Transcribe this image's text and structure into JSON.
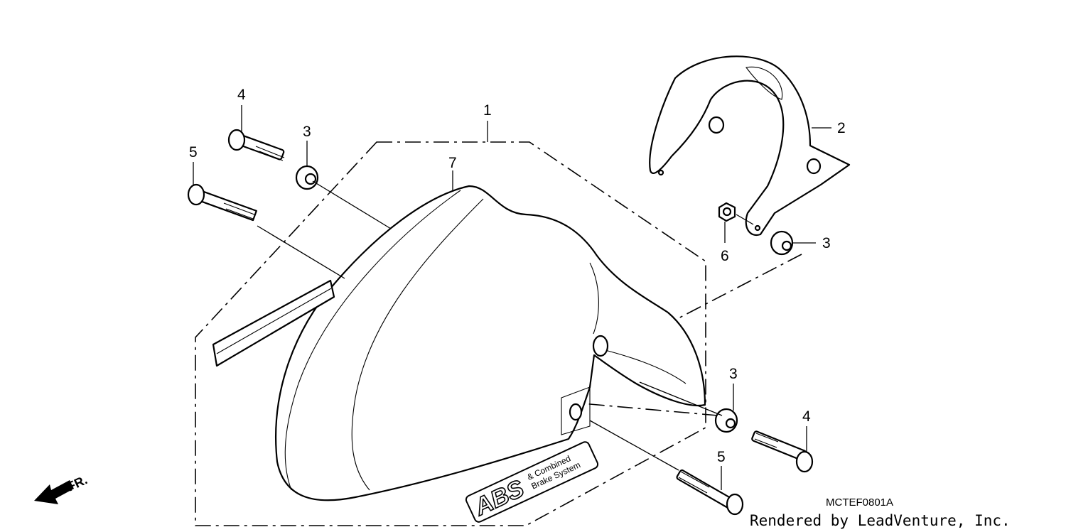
{
  "diagram": {
    "callouts": {
      "c1": "1",
      "c2": "2",
      "c3a": "3",
      "c3b": "3",
      "c3c": "3",
      "c4a": "4",
      "c4b": "4",
      "c5a": "5",
      "c5b": "5",
      "c6": "6",
      "c7": "7"
    },
    "direction_label": "FR.",
    "diagram_code": "MCTEF0801A",
    "credit": "Rendered by LeadVenture, Inc.",
    "decal_text": {
      "abs": "ABS",
      "line1": "& Combined",
      "line2": "Brake System"
    }
  }
}
